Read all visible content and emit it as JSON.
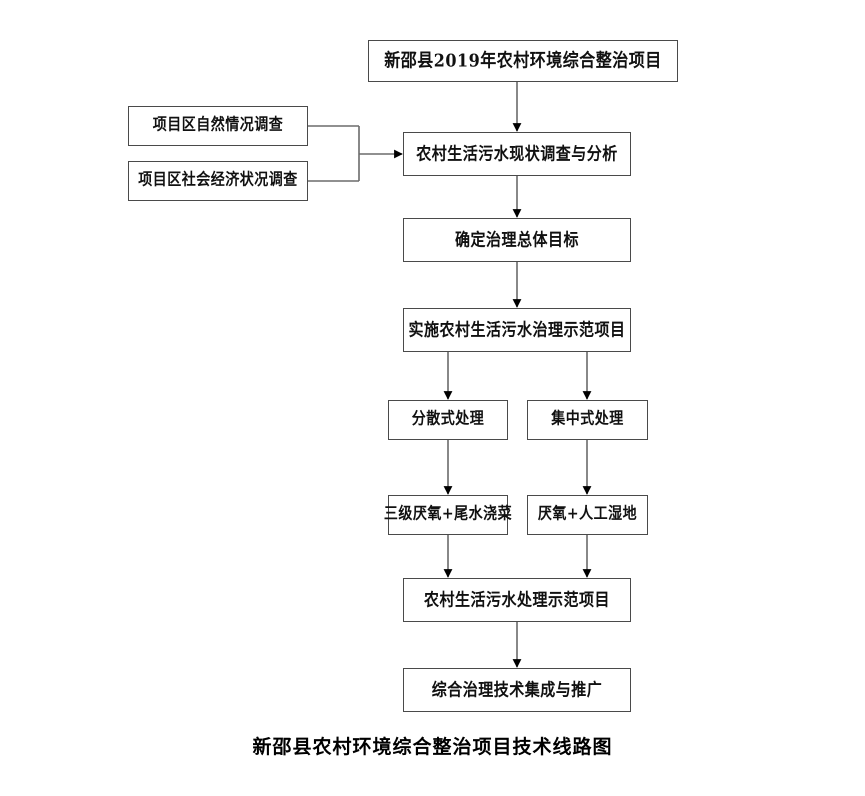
{
  "diagram": {
    "title_caption": "新邵县农村环境综合整治项目技术线路图",
    "stroke_color": "#4a4a4a",
    "line_color": "#6b6b6b",
    "arrow_color": "#000000",
    "background": "#ffffff",
    "nodes": [
      {
        "id": "title",
        "label": "新邵县2019年农村环境综合整治项目"
      },
      {
        "id": "natural",
        "label": "项目区自然情况调查"
      },
      {
        "id": "social",
        "label": "项目区社会经济状况调查"
      },
      {
        "id": "survey",
        "label": "农村生活污水现状调查与分析"
      },
      {
        "id": "goal",
        "label": "确定治理总体目标"
      },
      {
        "id": "demo",
        "label": "实施农村生活污水治理示范项目"
      },
      {
        "id": "decent",
        "label": "分散式处理"
      },
      {
        "id": "central",
        "label": "集中式处理"
      },
      {
        "id": "tech_a",
        "label": "三级厌氧+尾水浇菜"
      },
      {
        "id": "tech_b",
        "label": "厌氧+人工湿地"
      },
      {
        "id": "treat",
        "label": "农村生活污水处理示范项目"
      },
      {
        "id": "promote",
        "label": "综合治理技术集成与推广"
      }
    ],
    "edges": [
      {
        "from": "title",
        "to": "survey",
        "type": "vertical-arrow"
      },
      {
        "from": "natural",
        "to": "survey",
        "type": "bracket-arrow"
      },
      {
        "from": "social",
        "to": "survey",
        "type": "bracket-arrow"
      },
      {
        "from": "survey",
        "to": "goal",
        "type": "vertical-arrow"
      },
      {
        "from": "goal",
        "to": "demo",
        "type": "vertical-arrow"
      },
      {
        "from": "demo",
        "to": "decent",
        "type": "vertical-arrow"
      },
      {
        "from": "demo",
        "to": "central",
        "type": "vertical-arrow"
      },
      {
        "from": "decent",
        "to": "tech_a",
        "type": "vertical-arrow"
      },
      {
        "from": "central",
        "to": "tech_b",
        "type": "vertical-arrow"
      },
      {
        "from": "tech_a",
        "to": "treat",
        "type": "vertical-arrow"
      },
      {
        "from": "tech_b",
        "to": "treat",
        "type": "vertical-arrow"
      },
      {
        "from": "treat",
        "to": "promote",
        "type": "vertical-arrow"
      }
    ]
  }
}
